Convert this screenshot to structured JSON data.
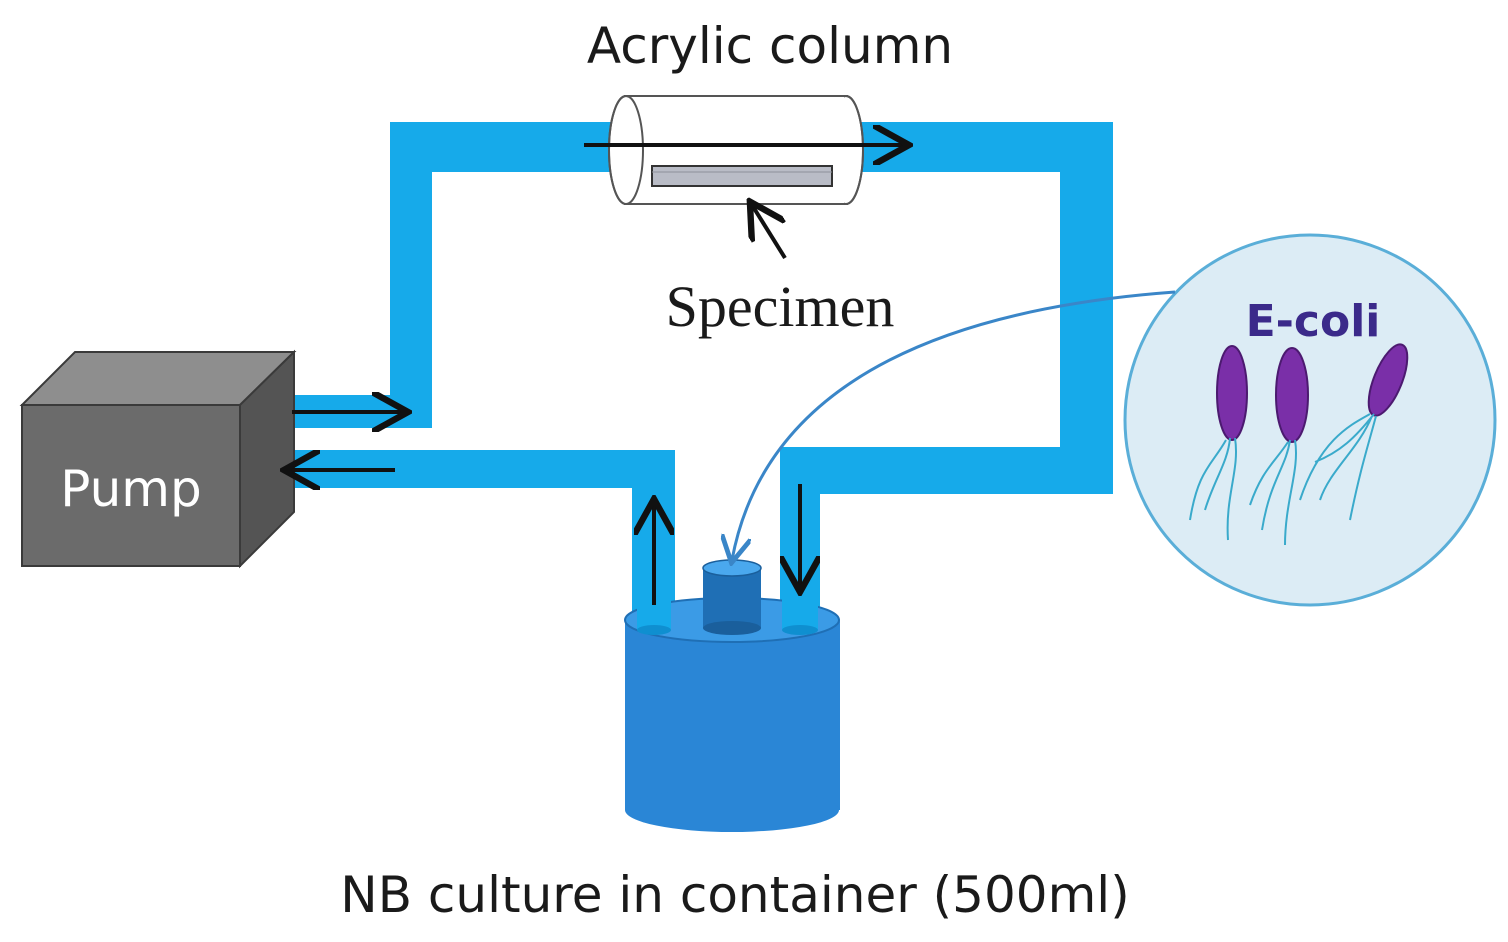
{
  "labels": {
    "acrylic_column": "Acrylic column",
    "specimen": "Specimen",
    "pump": "Pump",
    "ecoli": "E-coli",
    "container": "NB culture in container (500ml)"
  },
  "colors": {
    "pipe": "#16aaea",
    "pipe_dark": "#0f8fd0",
    "pump_front": "#6b6b6b",
    "pump_top": "#8e8e8e",
    "pump_side": "#545454",
    "container": "#2a86d6",
    "container_top": "#3b9be6",
    "bacteria": "#7a2fa8",
    "ecoli_text": "#3b2a8a",
    "circle_fill": "#dcecf5",
    "circle_stroke": "#5aaed8",
    "callout": "#3a86c8",
    "arrow": "#111111"
  }
}
